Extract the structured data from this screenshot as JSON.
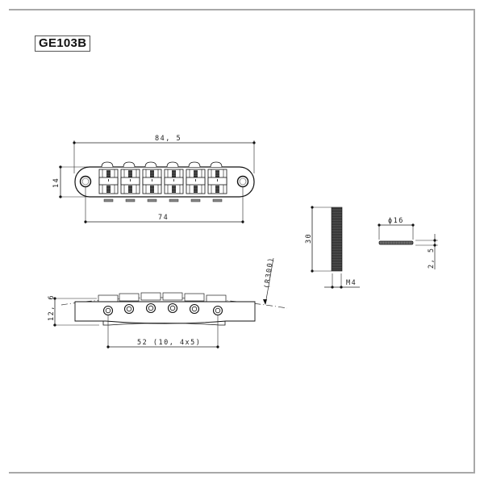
{
  "drawing": {
    "model": "GE103B",
    "frame_color": "#a8a8a8",
    "line_color": "#222222"
  },
  "top_view": {
    "overall_length": "84, 5",
    "post_spacing": "74",
    "width": "14",
    "saddle_count": 6
  },
  "side_view": {
    "height": "12, 6",
    "string_spacing": "52 (10, 4x5)",
    "radius": "(R300)"
  },
  "post_stud": {
    "length": "30",
    "thread": "M4"
  },
  "thumbwheel": {
    "diameter": "ϕ16",
    "thickness": "2, 5"
  }
}
